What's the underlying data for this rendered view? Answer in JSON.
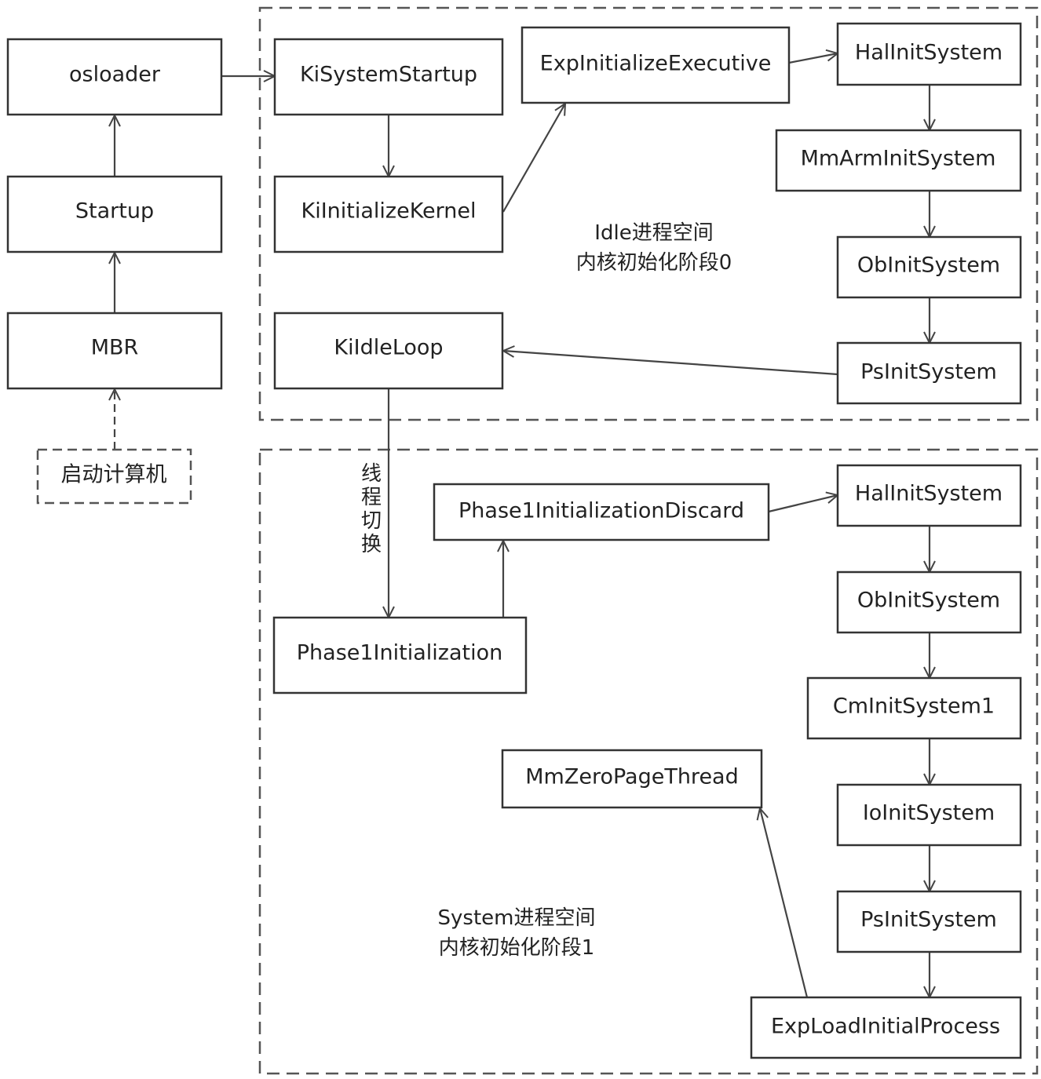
{
  "nodes": {
    "osloader": "osloader",
    "startup": "Startup",
    "mbr": "MBR",
    "boot_computer": "启动计算机",
    "ki_system_startup": "KiSystemStartup",
    "ki_initialize_kernel": "KiInitializeKernel",
    "exp_initialize_executive": "ExpInitializeExecutive",
    "hal_init_system_0": "HalInitSystem",
    "mm_arm_init_system": "MmArmInitSystem",
    "ob_init_system_0": "ObInitSystem",
    "ps_init_system_0": "PsInitSystem",
    "ki_idle_loop": "KiIdleLoop",
    "phase1_initialization_discard": "Phase1InitializationDiscard",
    "hal_init_system_1": "HalInitSystem",
    "ob_init_system_1": "ObInitSystem",
    "cm_init_system1": "CmInitSystem1",
    "io_init_system": "IoInitSystem",
    "ps_init_system_1": "PsInitSystem",
    "exp_load_initial_process": "ExpLoadInitialProcess",
    "phase1_initialization": "Phase1Initialization",
    "mm_zero_page_thread": "MmZeroPageThread"
  },
  "regions": {
    "idle": {
      "line1": "Idle进程空间",
      "line2": "内核初始化阶段0"
    },
    "system": {
      "line1": "System进程空间",
      "line2": "内核初始化阶段1"
    }
  },
  "edge_labels": {
    "thread_switch": [
      "线",
      "程",
      "切",
      "换"
    ]
  }
}
